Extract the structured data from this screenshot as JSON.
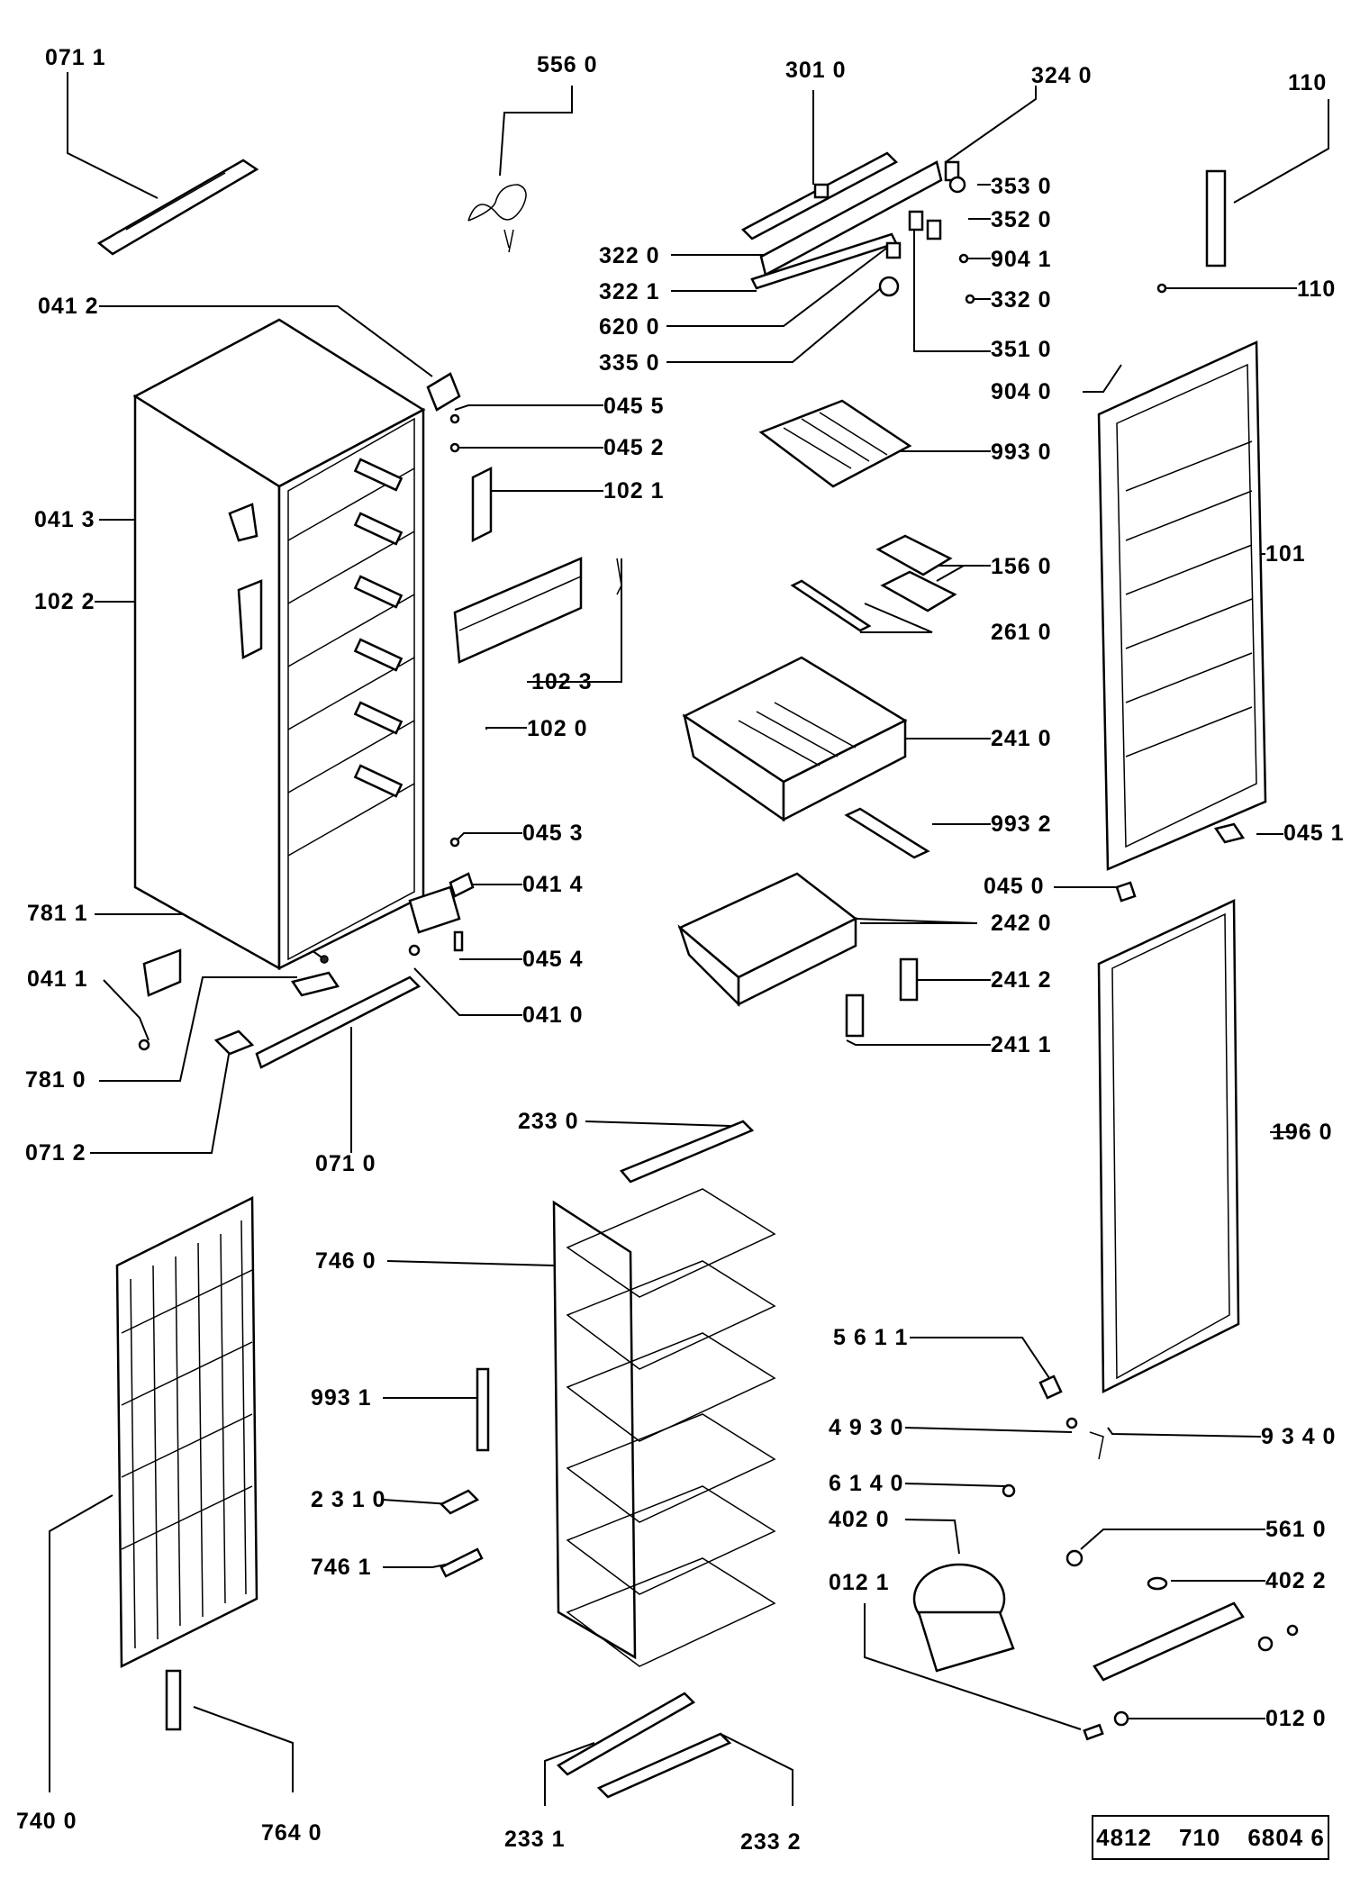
{
  "labels": {
    "l0711": "071 1",
    "l5560": "556 0",
    "l3010": "301 0",
    "l3240": "324 0",
    "l110a": "110",
    "l3530": "353 0",
    "l3520": "352 0",
    "l3220": "322 0",
    "l9041": "904 1",
    "l3221": "322 1",
    "l3320": "332 0",
    "l110b": "110",
    "l0412": "041 2",
    "l6200": "620 0",
    "l3350": "335 0",
    "l3510": "351 0",
    "l9040": "904 0",
    "l0455": "045 5",
    "l0452": "045 2",
    "l9930": "993 0",
    "l1021": "102 1",
    "l0413": "041 3",
    "l1560": "156 0",
    "l101": "101",
    "l1022": "102 2",
    "l2610": "261 0",
    "l1023": "102 3",
    "l1020": "102 0",
    "l2410": "241 0",
    "l0453": "045 3",
    "l9932": "993 2",
    "l0451": "045 1",
    "l0414": "041 4",
    "l0450": "045 0",
    "l7811": "781 1",
    "l2420": "242 0",
    "l0454": "045 4",
    "l0411": "041 1",
    "l2412": "241 2",
    "l0410": "041 0",
    "l2411": "241 1",
    "l7810": "781 0",
    "l0712": "071 2",
    "l0710": "071 0",
    "l2330": "233 0",
    "l1960": "196 0",
    "l7460": "746 0",
    "l5611": "5 6 1 1",
    "l9931": "993 1",
    "l4930": "4 9 3 0",
    "l9340": "9 3 4 0",
    "l6140": "6 1 4 0",
    "l2310": "2 3 1 0",
    "l4020": "402 0",
    "l5610": "561 0",
    "l7461": "746 1",
    "l0121": "012 1",
    "l4022": "402 2",
    "l0120": "012 0",
    "l7400": "740 0",
    "l7640": "764 0",
    "l2331": "233 1",
    "l2332": "233 2"
  },
  "code_box": {
    "part1": "4812",
    "part2": "710",
    "part3": "6804 6"
  }
}
